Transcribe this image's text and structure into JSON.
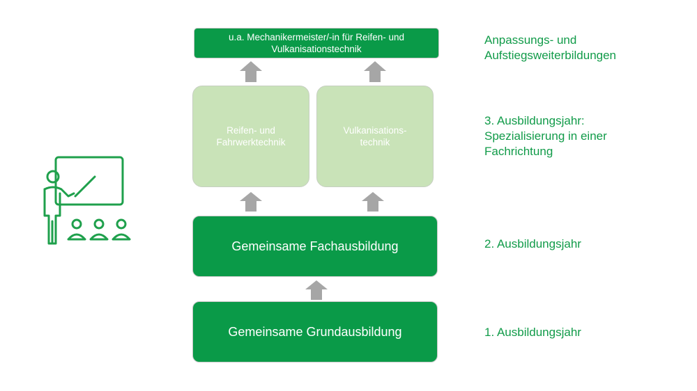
{
  "diagram": {
    "boxes": {
      "top": "u.a. Mechanikermeister/-in für Reifen- und\nVulkanisationstechnik",
      "spec_left": "Reifen- und\nFahrwerktechnik",
      "spec_right": "Vulkanisations-\ntechnik",
      "fach": "Gemeinsame Fachausbildung",
      "grund": "Gemeinsame Grundausbildung"
    },
    "labels": {
      "level_top": "Anpassungs- und\nAufstiegsweiterbildungen",
      "level_3": "3. Ausbildungsjahr:\nSpezialisierung in einer\nFachrichtung",
      "level_2": "2. Ausbildungsjahr",
      "level_1": "1. Ausbildungsjahr"
    },
    "icons": {
      "teacher": "presentation-teacher-icon",
      "arrow": "arrow-up-icon"
    },
    "colors": {
      "dark_green": "#0a9a48",
      "light_green": "#c9e3b8",
      "label_green": "#119b49",
      "arrow_gray": "#a6a6a6"
    }
  }
}
